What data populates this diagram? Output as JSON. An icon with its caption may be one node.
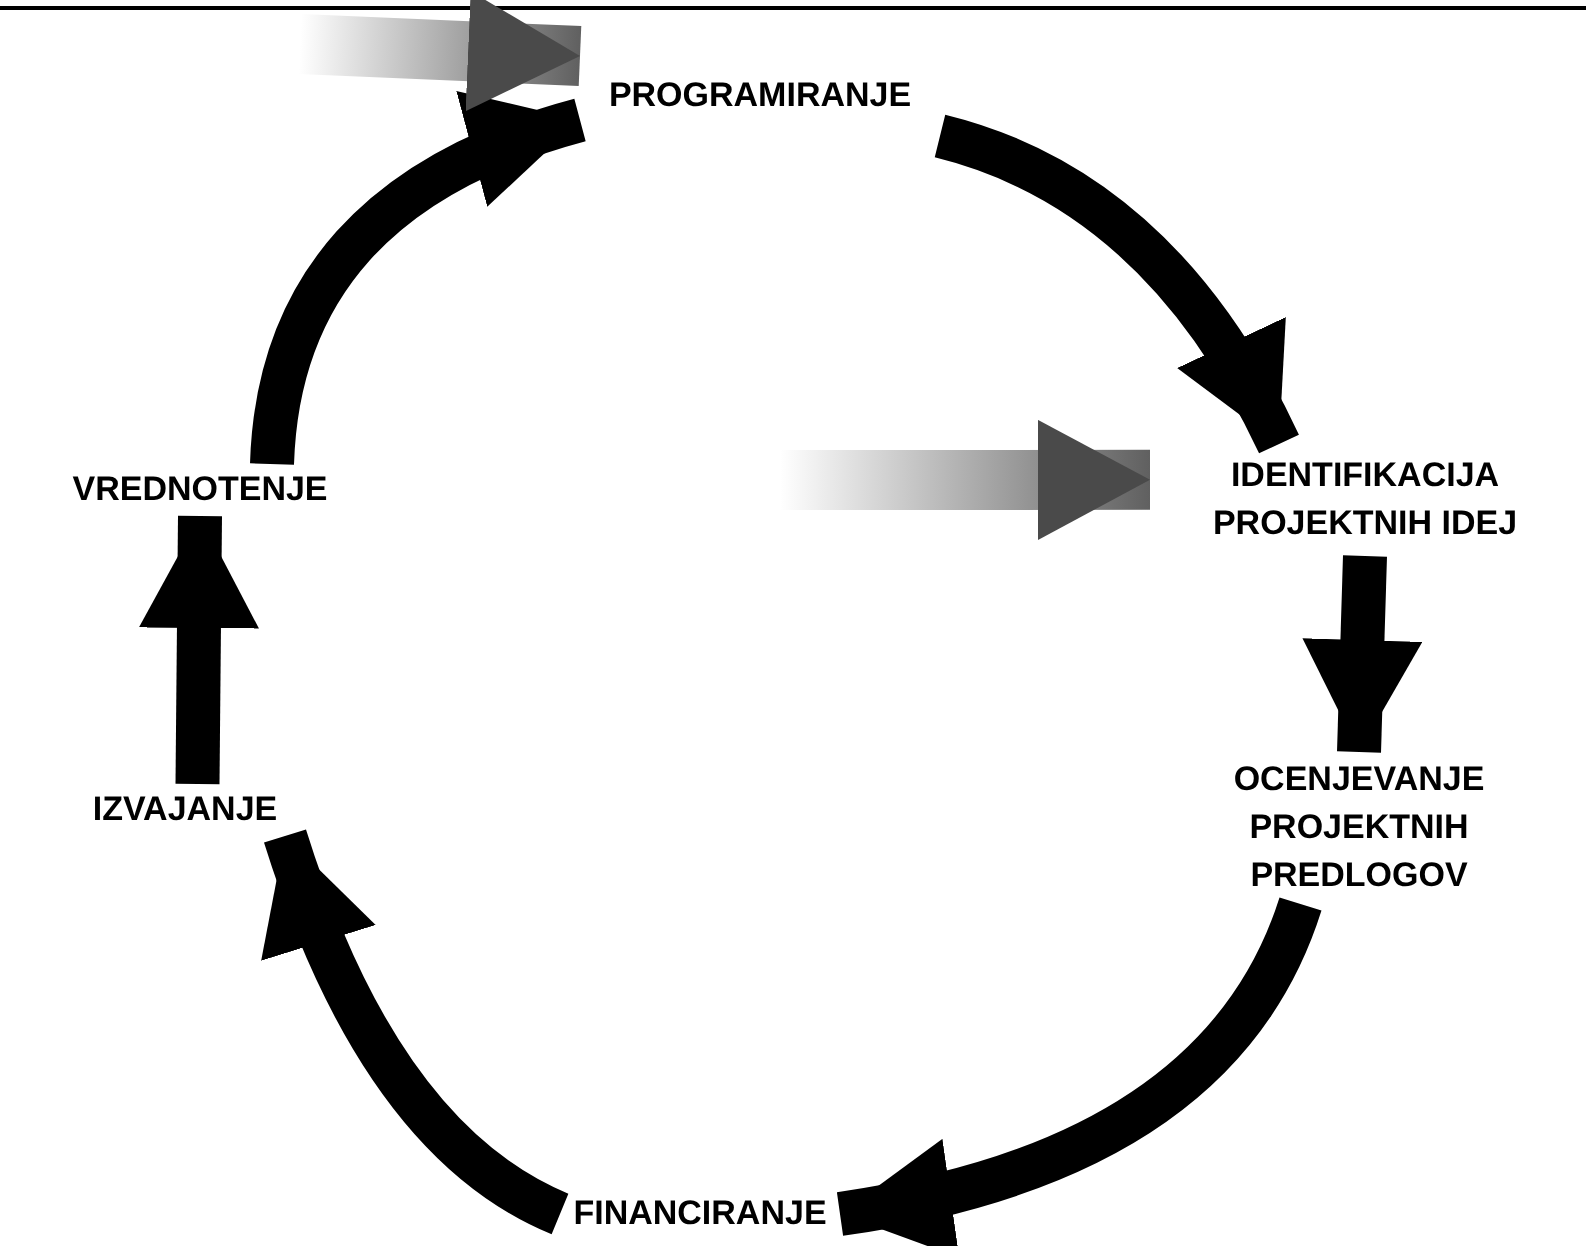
{
  "diagram": {
    "nodes": [
      {
        "text": [
          "PROGRAMIRANJE"
        ]
      },
      {
        "text": [
          "IDENTIFIKACIJA PROJEKTNIH IDEJ"
        ]
      },
      {
        "text": [
          "OCENJEVANJE PROJEKTNIH PREDLOGOV"
        ]
      },
      {
        "text": [
          "FINANCIRANJE"
        ]
      },
      {
        "text": [
          "IZVAJANJE"
        ]
      },
      {
        "text": [
          "VREDNOTENJE"
        ]
      }
    ],
    "edges": [
      {
        "from": 0,
        "to": 1,
        "arrow": "to"
      },
      {
        "from": 1,
        "to": 2,
        "arrow": "to"
      },
      {
        "from": 2,
        "to": 3,
        "arrow": "to"
      },
      {
        "from": 3,
        "to": 4,
        "arrow": "to"
      },
      {
        "from": 4,
        "to": 5,
        "arrow": "to"
      },
      {
        "from": 5,
        "to": 0,
        "arrow": "to"
      },
      {
        "from": null,
        "to": 0,
        "arrow": "to",
        "color": "#606060"
      },
      {
        "from": null,
        "to": 1,
        "arrow": "to",
        "color": "#606060"
      }
    ]
  }
}
